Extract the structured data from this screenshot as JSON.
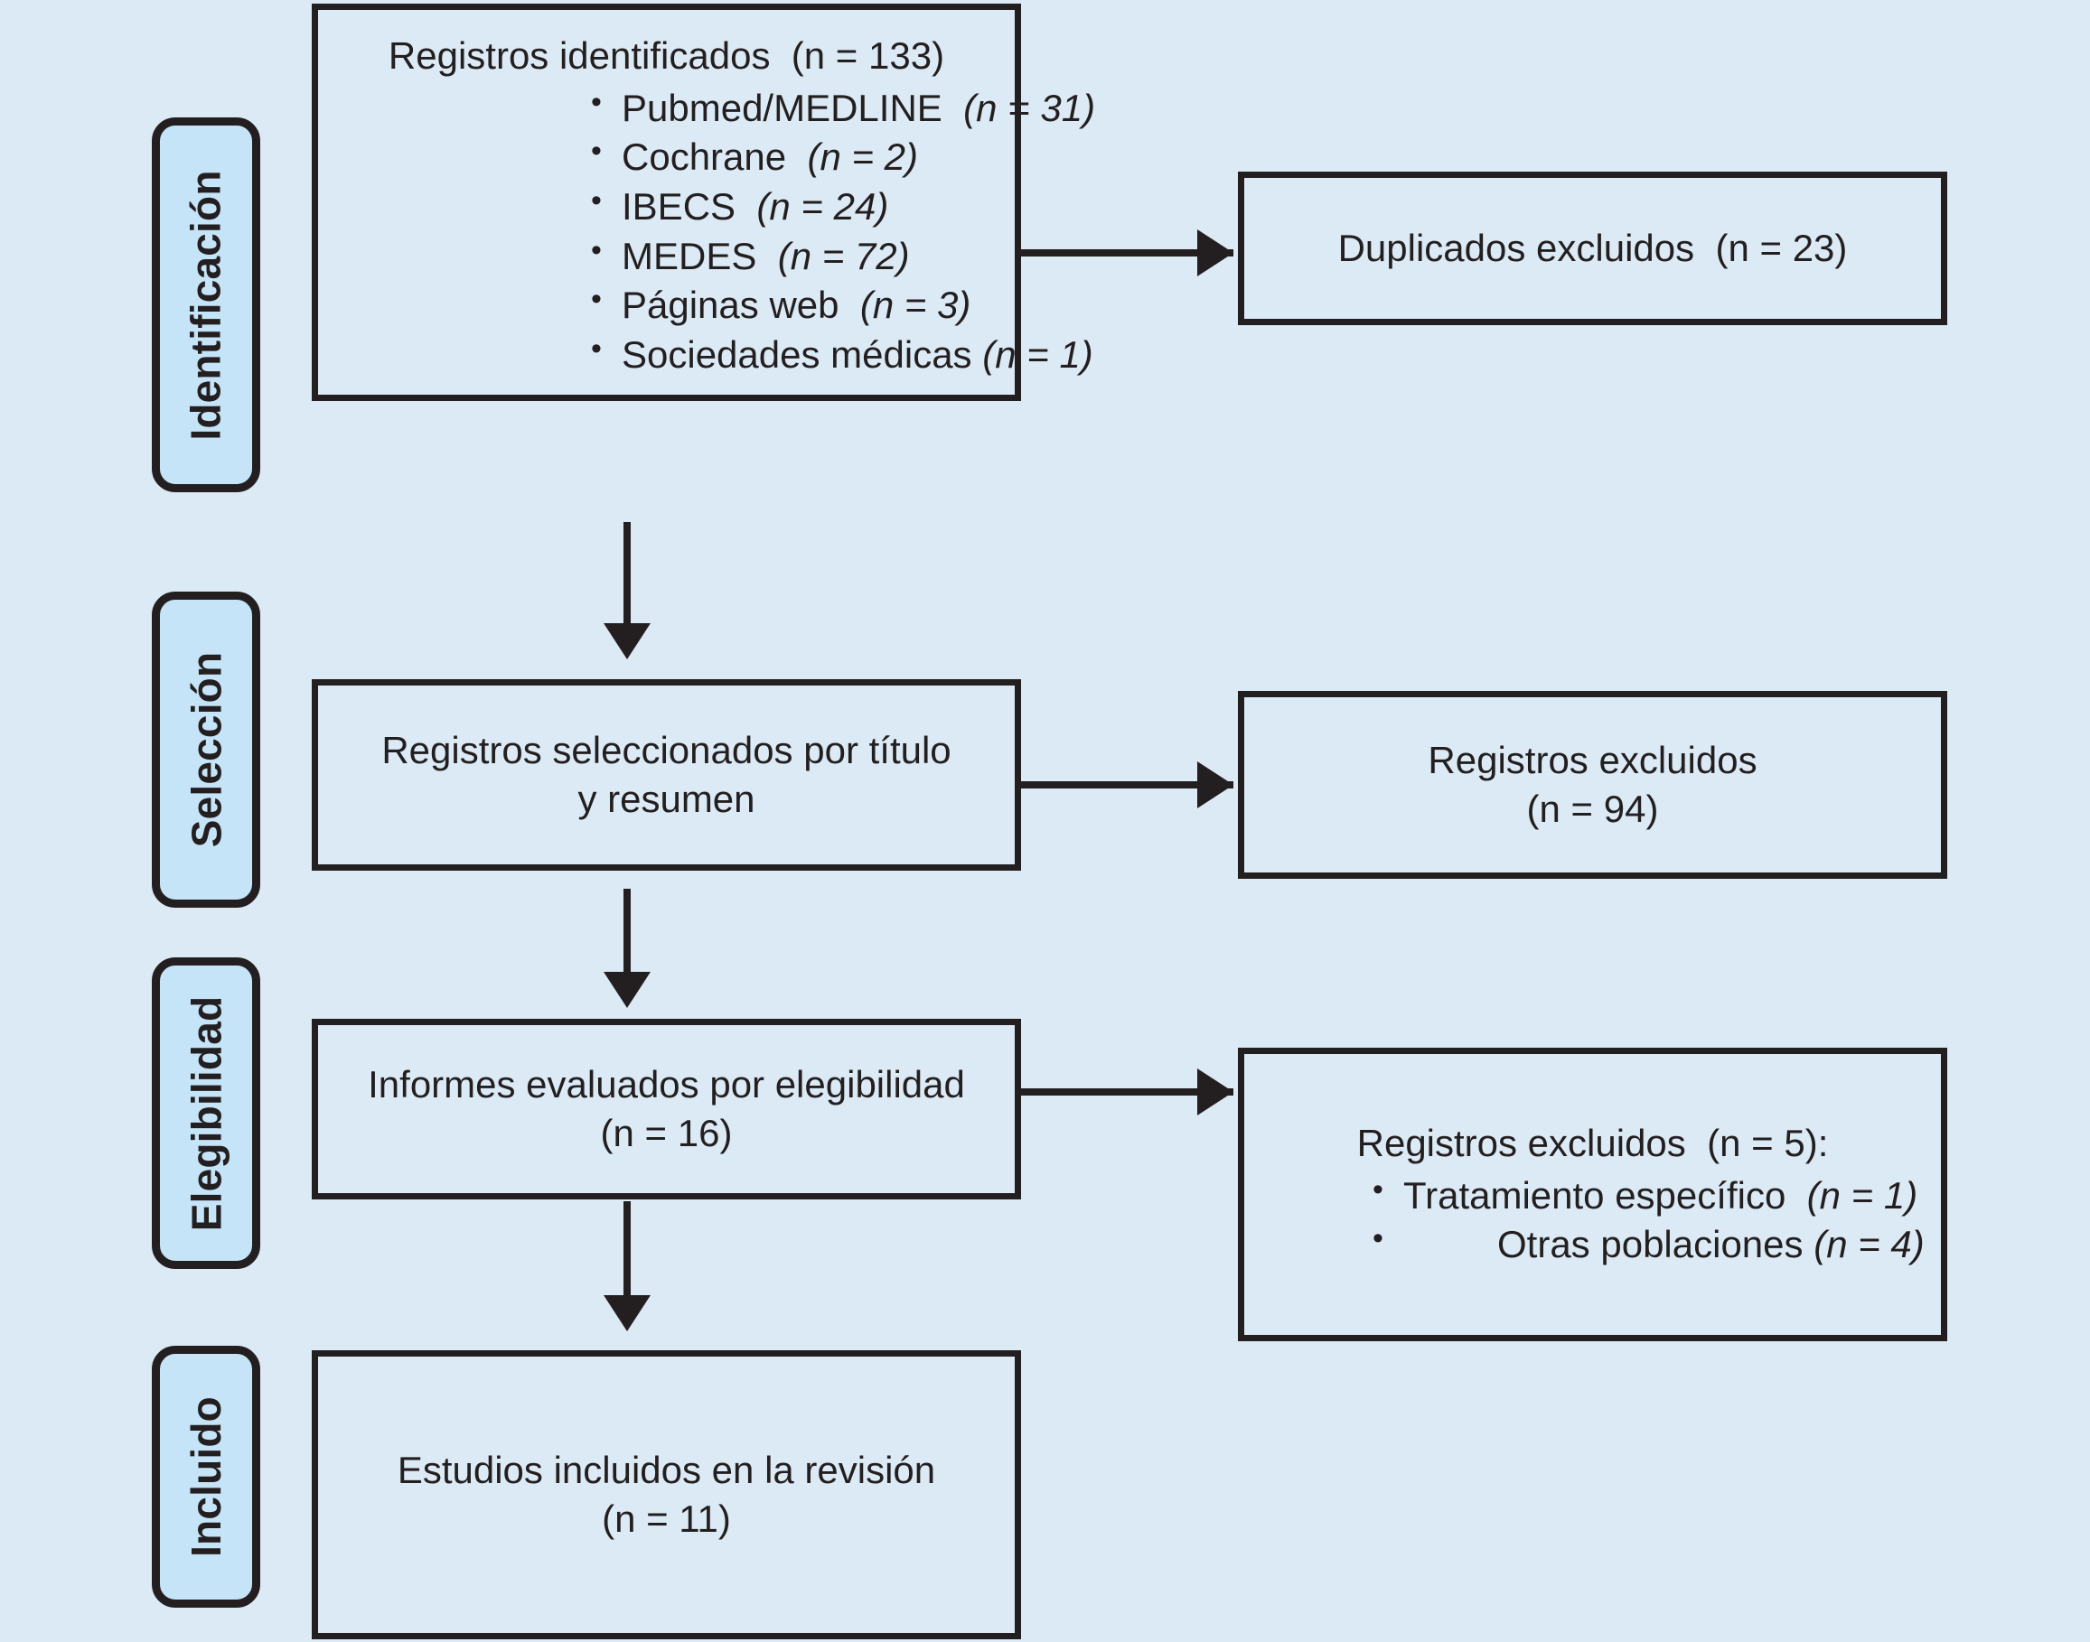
{
  "colors": {
    "background": "#dceaf5",
    "stage_pill_fill": "#c6e4f7",
    "box_fill": "#dceaf5",
    "stroke": "#231f20",
    "text": "#231f20"
  },
  "stages": [
    {
      "id": "identificacion",
      "label": "Identificación"
    },
    {
      "id": "seleccion",
      "label": "Selección"
    },
    {
      "id": "elegibilidad",
      "label": "Elegibilidad"
    },
    {
      "id": "incluido",
      "label": "Incluido"
    }
  ],
  "boxes": {
    "identified": {
      "title": "Registros identificados  (n = 133)",
      "title_main": "Registros identificados",
      "title_count": "(n = 133)",
      "sources": [
        {
          "name": "Pubmed/MEDLINE",
          "count": "(n = 31)"
        },
        {
          "name": "Cochrane",
          "count": "(n = 2)"
        },
        {
          "name": "IBECS",
          "count": "(n = 24)"
        },
        {
          "name": "MEDES",
          "count": "(n = 72)"
        },
        {
          "name": "Páginas web",
          "count": "(n = 3)"
        },
        {
          "name": "Sociedades médicas",
          "count": "(n = 1)"
        }
      ]
    },
    "duplicates_excluded": {
      "title_main": "Duplicados excluidos",
      "title_count": "(n = 23)"
    },
    "screened": {
      "line1": "Registros seleccionados por título",
      "line2": "y resumen"
    },
    "records_excluded_screening": {
      "line1": "Registros excluidos",
      "line2": "(n = 94)"
    },
    "eligibility": {
      "line1": "Informes evaluados por elegibilidad",
      "line2": "(n = 16)"
    },
    "records_excluded_eligibility": {
      "title_main": "Registros excluidos",
      "title_count": "(n = 5):",
      "reasons": [
        {
          "name": "Tratamiento específico",
          "count": "(n = 1)"
        },
        {
          "name": "Otras poblaciones",
          "count": "(n = 4)"
        }
      ]
    },
    "included": {
      "line1": "Estudios incluidos en la revisión",
      "line2": "(n = 11)"
    }
  }
}
